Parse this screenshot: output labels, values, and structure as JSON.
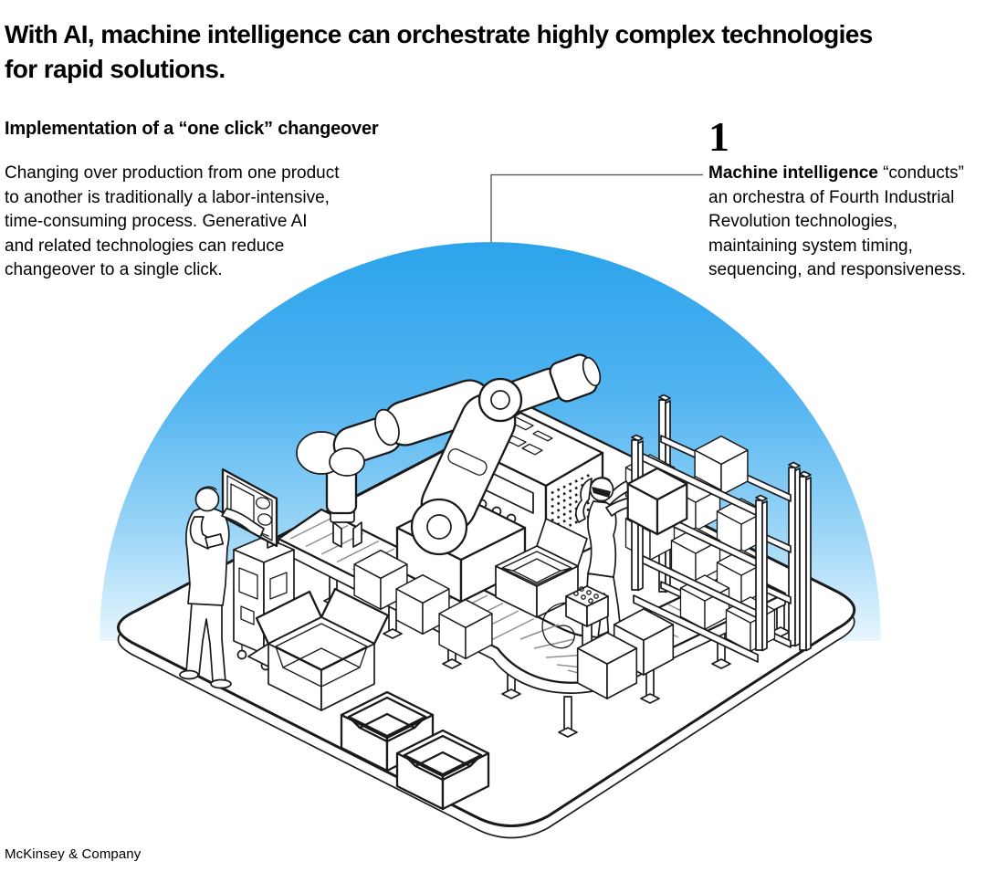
{
  "header": {
    "title_lines": [
      "With AI, machine intelligence can orchestrate highly complex technologies",
      "for rapid solutions."
    ]
  },
  "intro": {
    "heading": "Implementation of a “one click” changeover",
    "lines": [
      "Changing over production from one product",
      "to another is traditionally a labor-intensive,",
      "time-consuming process. Generative AI",
      "and related technologies can reduce",
      "changeover to a single click."
    ]
  },
  "annotation": {
    "number": "1",
    "lead": "Machine intelligence",
    "lines": [
      " “conducts”",
      "an orchestra of Fourth Industrial",
      "Revolution technologies,",
      "maintaining system timing,",
      "sequencing, and responsiveness."
    ]
  },
  "footer": {
    "brand": "McKinsey & Company"
  },
  "illustration": {
    "label": "one-click-changeover-factory-scene",
    "colors": {
      "dome_top": "#2BA3EB",
      "dome_bottom": "#EAF7FE",
      "ink": "#1A1A1A",
      "roller_gray": "#8F8F8F",
      "leader_gray": "#4D4D4D"
    }
  }
}
